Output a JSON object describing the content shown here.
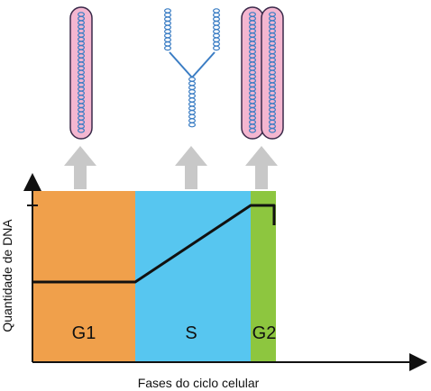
{
  "diagram": {
    "y_axis_label": "Quantidade de DNA",
    "x_axis_label": "Fases do ciclo celular",
    "phases": [
      {
        "id": "g1",
        "label": "G1",
        "color": "#f0a04b"
      },
      {
        "id": "s",
        "label": "S",
        "color": "#57c6f0"
      },
      {
        "id": "g2",
        "label": "G2",
        "color": "#8dc63f"
      }
    ],
    "dna_level": {
      "g1": 1,
      "s_start": 1,
      "s_end": 2,
      "g2": 2
    },
    "illustrations": [
      {
        "stage": "G1",
        "depiction": "single chromosome (one chromatid)"
      },
      {
        "stage": "S",
        "depiction": "DNA replication fork"
      },
      {
        "stage": "G2",
        "depiction": "duplicated chromosome (two sister chromatids)"
      }
    ],
    "colors": {
      "chromatid_fill": "#f4b6d0",
      "chromatid_outline": "#3a2a4a",
      "helix": "#3b7dc4",
      "arrow": "#c8c8c8",
      "axis": "#111111",
      "dna_line": "#111111"
    }
  }
}
